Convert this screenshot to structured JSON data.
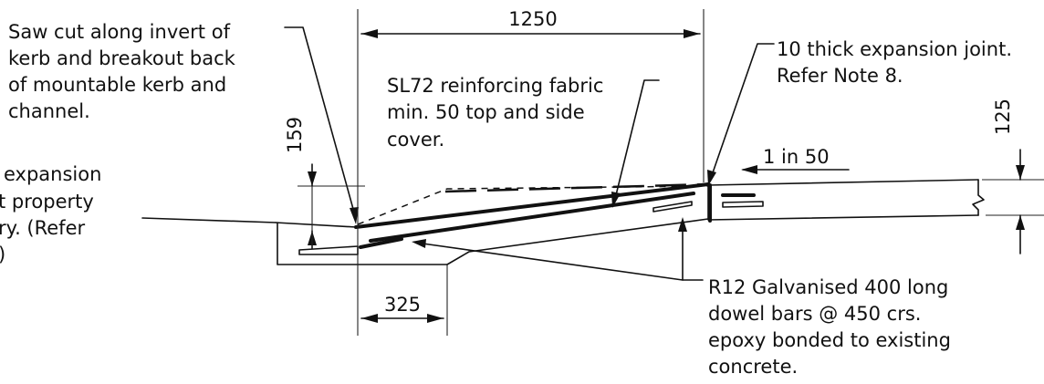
{
  "notes": {
    "saw_cut": [
      "Saw cut along invert of",
      "kerb and breakout back",
      "of mountable kerb and",
      "channel."
    ],
    "left_partial": [
      "expansion",
      "t property",
      "ry. (Refer",
      ")"
    ],
    "fabric": [
      "SL72 reinforcing fabric",
      "min. 50 top and side",
      "cover."
    ],
    "expansion_joint": [
      "10 thick expansion joint.",
      "Refer Note 8."
    ],
    "dowel_bars": [
      "R12 Galvanised 400 long",
      "dowel bars @ 450 crs.",
      "epoxy bonded to existing",
      "concrete."
    ]
  },
  "dimensions": {
    "width_top": "1250",
    "depth_left": "159",
    "depth_right": "125",
    "width_bottom": "325",
    "slope": "1 in 50"
  }
}
